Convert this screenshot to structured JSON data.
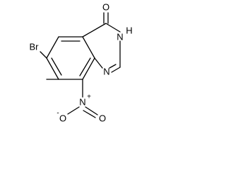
{
  "atoms": {
    "br": "Br",
    "o_carbonyl": "O",
    "nh": "N",
    "nh_h": "H",
    "n_ring": "N",
    "n_nitro": "N",
    "n_nitro_charge": "+",
    "o_nitro_right": "O",
    "o_nitro_left": "O",
    "o_nitro_left_charge": "-"
  },
  "structure": {
    "rings": 2,
    "substituents": [
      "bromo",
      "methyl",
      "nitro",
      "oxo"
    ]
  }
}
